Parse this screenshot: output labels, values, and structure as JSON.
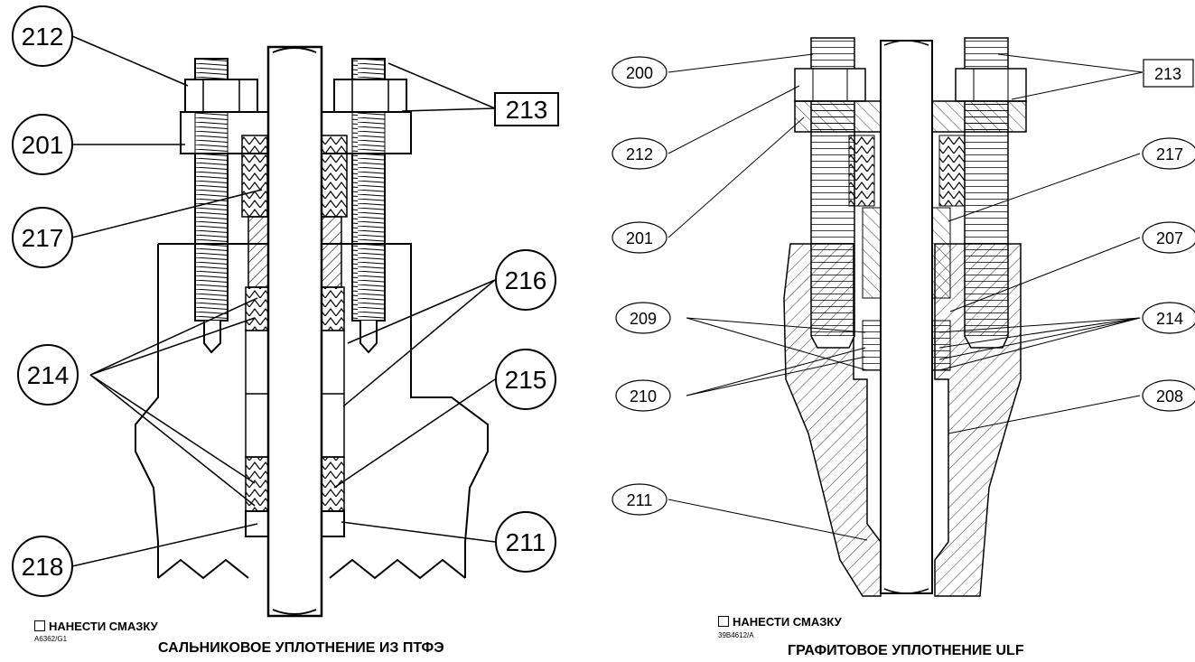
{
  "left_figure": {
    "title": "САЛЬНИКОВОЕ УПЛОТНЕНИЕ ИЗ ПТФЭ",
    "lubricate_note": "НАНЕСТИ СМАЗКУ",
    "drawing_number": "A6362/G1",
    "callouts": [
      "212",
      "201",
      "217",
      "214",
      "218",
      "213",
      "216",
      "215",
      "211"
    ]
  },
  "right_figure": {
    "title": "ГРАФИТОВОЕ УПЛОТНЕНИЕ ULF",
    "lubricate_note": "НАНЕСТИ СМАЗКУ",
    "drawing_number": "39B4612/A",
    "callouts": [
      "200",
      "212",
      "201",
      "209",
      "210",
      "211",
      "213",
      "217",
      "207",
      "214",
      "208"
    ]
  }
}
